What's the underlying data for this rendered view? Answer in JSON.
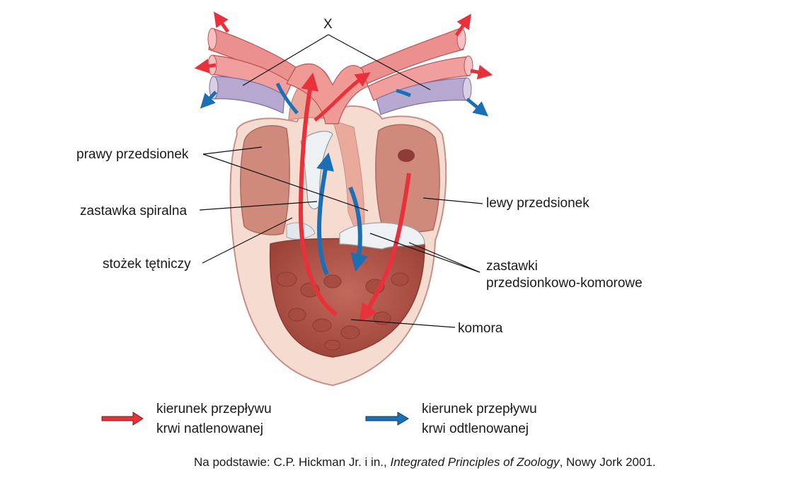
{
  "labels": {
    "x": "X",
    "right_atrium": "prawy przedsionek",
    "spiral_valve": "zastawka spiralna",
    "conus": "stożek tętniczy",
    "left_atrium": "lewy przedsionek",
    "av_valves_line1": "zastawki",
    "av_valves_line2": "przedsionkowo-komorowe",
    "ventricle": "komora"
  },
  "legend": {
    "oxygenated_line1": "kierunek przepływu",
    "oxygenated_line2": "krwi natlenowanej",
    "deoxygenated_line1": "kierunek przepływu",
    "deoxygenated_line2": "krwi odtlenowanej"
  },
  "source": {
    "prefix": "Na podstawie: C.P. Hickman Jr. i in., ",
    "title": "Integrated Principles of Zoology",
    "suffix": ", Nowy Jork 2001."
  },
  "colors": {
    "oxygenated": "#e8313a",
    "deoxygenated": "#1b6fb5",
    "heart_wall": "#e8b3a5",
    "ventricle": "#b5574d",
    "vessel_red": "#ec8f8f",
    "vessel_purple": "#b6a8cf"
  }
}
